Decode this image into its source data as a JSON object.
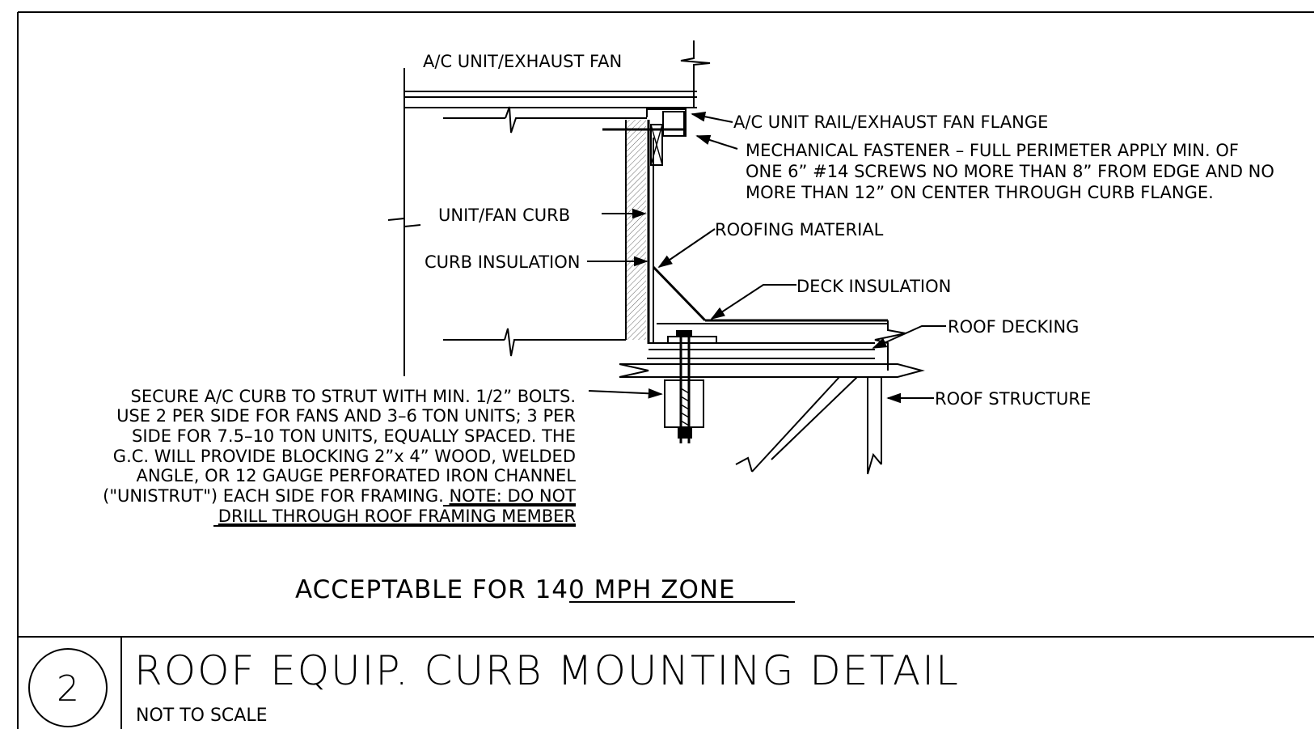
{
  "labels": {
    "unit": "A/C UNIT/EXHAUST FAN",
    "rail": "A/C UNIT RAIL/EXHAUST FAN FLANGE",
    "fastener": [
      "MECHANICAL FASTENER – FULL PERIMETER APPLY MIN. OF",
      "ONE 6” #14 SCREWS NO MORE THAN 8” FROM EDGE AND NO",
      "MORE THAN 12” ON CENTER THROUGH CURB FLANGE."
    ],
    "curb": "UNIT/FAN CURB",
    "curb_insulation": "CURB INSULATION",
    "roofing": "ROOFING MATERIAL",
    "deck_insulation": "DECK INSULATION",
    "roof_decking": "ROOF DECKING",
    "roof_structure": "ROOF STRUCTURE"
  },
  "note": {
    "lines": [
      "SECURE A/C CURB TO STRUT WITH MIN. 1/2” BOLTS.",
      "USE 2 PER SIDE FOR FANS AND 3–6 TON UNITS; 3 PER",
      "SIDE FOR 7.5–10 TON UNITS, EQUALLY SPACED. THE",
      "G.C. WILL PROVIDE BLOCKING 2”x 4” WOOD, WELDED",
      "ANGLE, OR 12 GAUGE PERFORATED IRON CHANNEL"
    ],
    "line6_plain": "(\"UNISTRUT\") EACH SIDE FOR FRAMING. ",
    "line6_underlined": "NOTE: DO NOT",
    "line7_underlined": "DRILL THROUGH ROOF FRAMING MEMBER"
  },
  "zone": {
    "prefix": "ACCEPTABLE FOR ",
    "underlined": "140 MPH ZONE"
  },
  "title_block": {
    "detail_number": "2",
    "title": "ROOF EQUIP. CURB MOUNTING DETAIL",
    "scale": "NOT TO SCALE"
  }
}
